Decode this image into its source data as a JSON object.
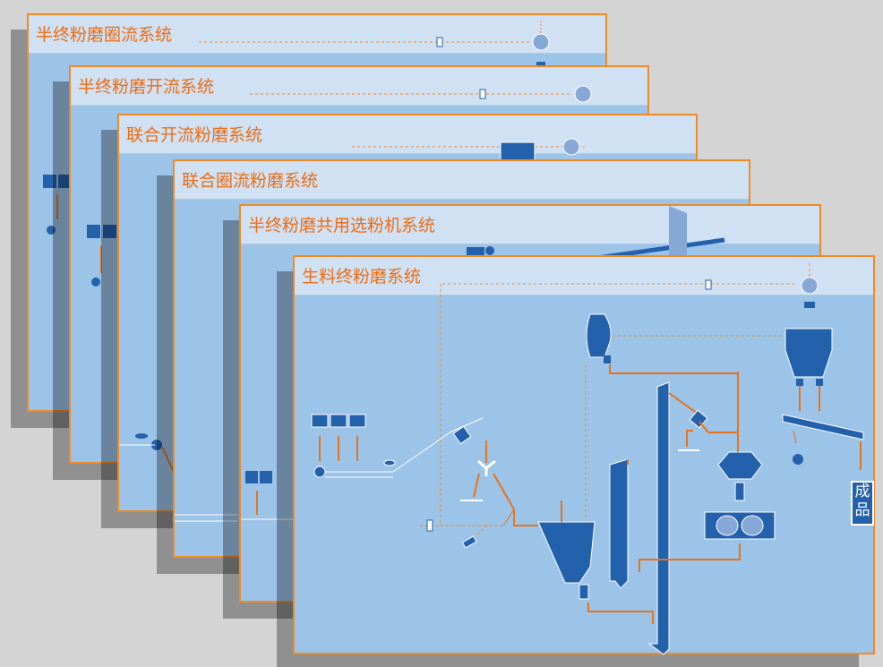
{
  "systems": [
    {
      "title": "半终粉磨圈流系统"
    },
    {
      "title": "半终粉磨开流系统"
    },
    {
      "title": "联合开流粉磨系统"
    },
    {
      "title": "联合圈流粉磨系统"
    },
    {
      "title": "半终粉磨共用选粉机系统"
    },
    {
      "title": "生料终粉磨系统"
    }
  ],
  "product_label": "成品",
  "colors": {
    "panel_border": "#f08a24",
    "panel_bg": "#9cc3e8",
    "header_bg": "#cfe1f3",
    "title": "#ec6d15",
    "equipment": "#2461ad",
    "flow_line": "#e8731b"
  }
}
